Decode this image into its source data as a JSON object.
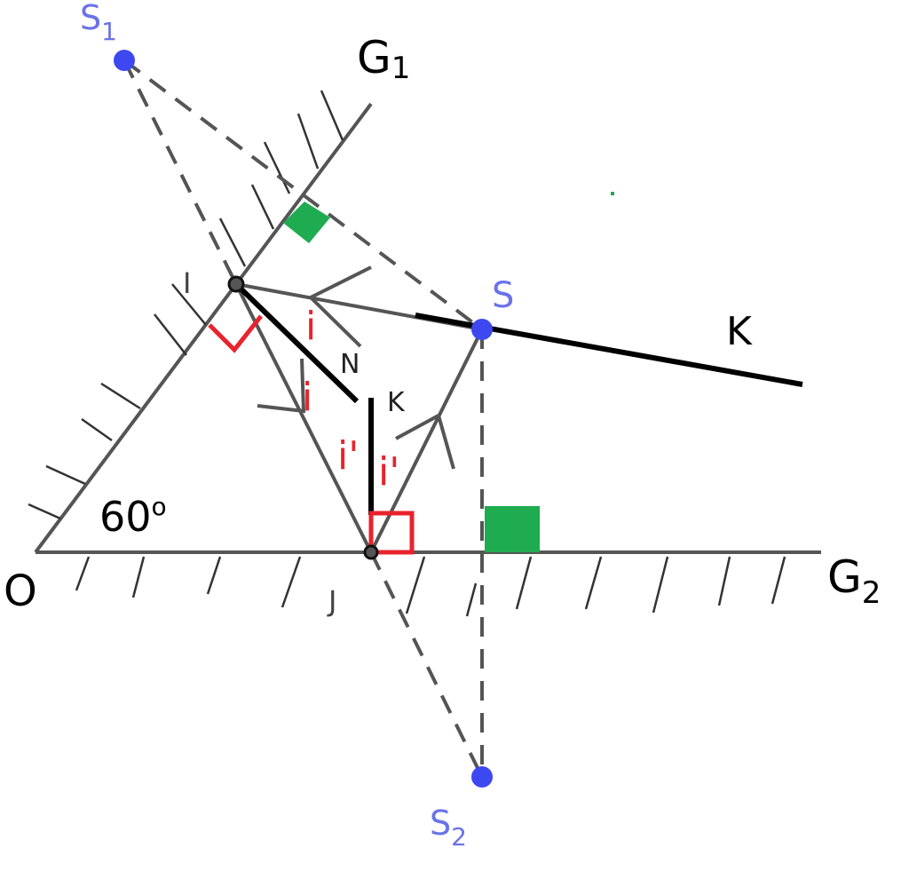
{
  "labels": {
    "S1": "S",
    "S1_sub": "1",
    "G1": "G",
    "G1_sub": "1",
    "S": "S",
    "K_far": "K",
    "I": "I",
    "N": "N",
    "K_near": "K",
    "i_top": "i",
    "i_mid": "i",
    "i_prime_left": "i'",
    "i_prime_right": "i'",
    "angle": "60",
    "angle_degree": "o",
    "O": "O",
    "J": "J",
    "G2": "G",
    "G2_sub": "2",
    "S2": "S",
    "S2_sub": "2"
  },
  "colors": {
    "point": "#3e48f0",
    "point_label": "#6a73e8",
    "angle_label": "#e8232d",
    "right_angle_green": "#1fab4f",
    "right_angle_red": "#e8232d",
    "mirror": "#555555",
    "normal": "#000000"
  }
}
